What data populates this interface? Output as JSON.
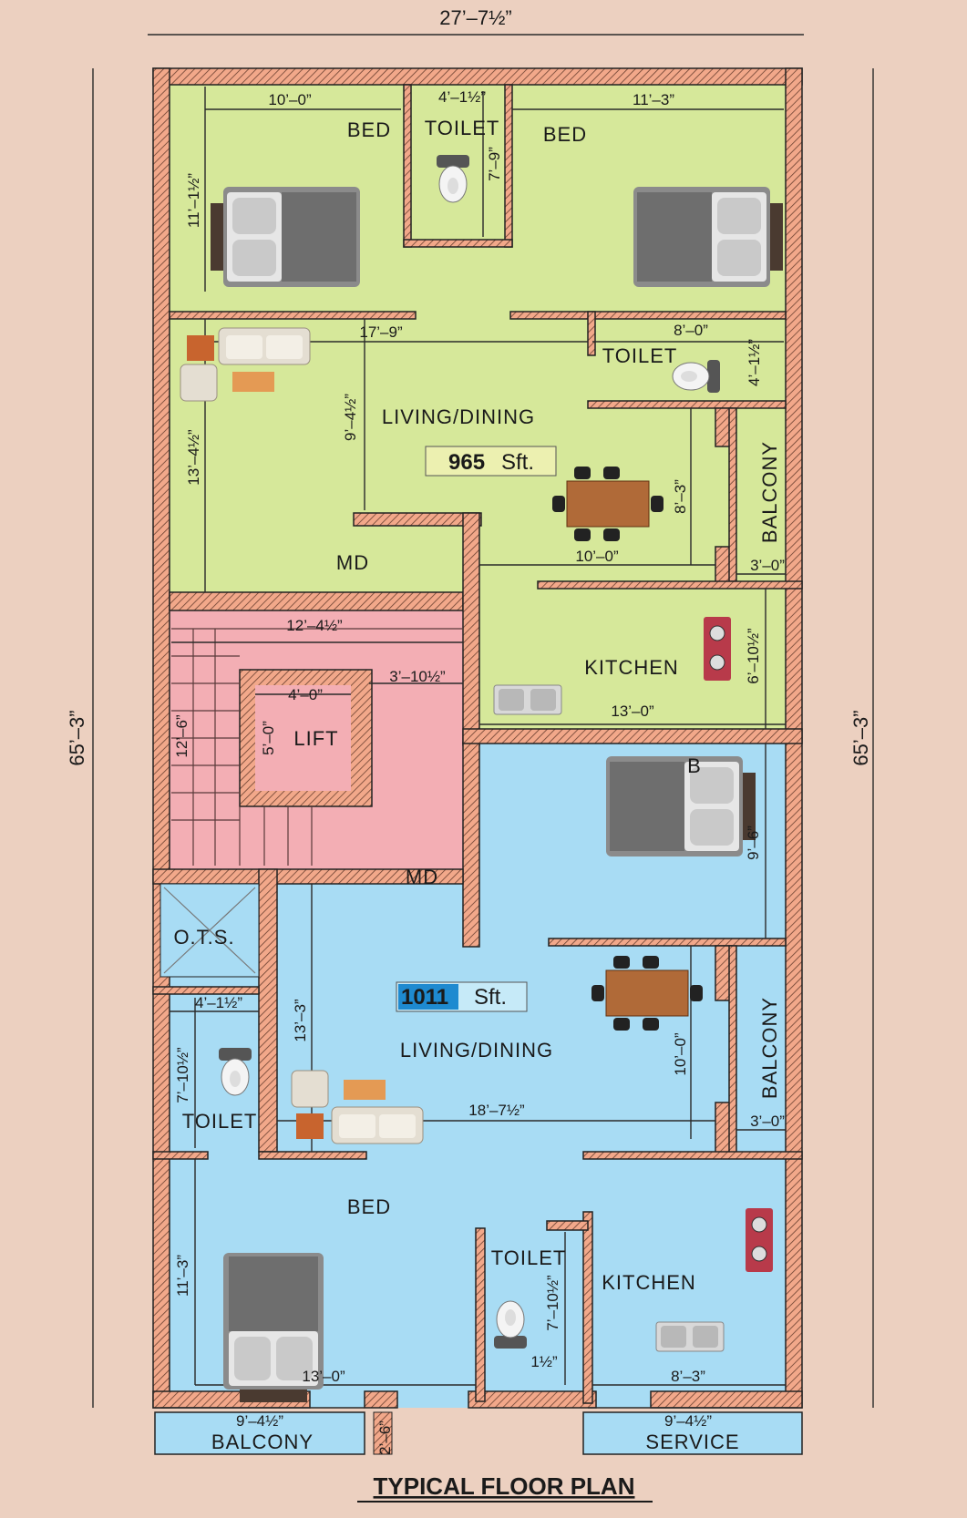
{
  "title": "TYPICAL FLOOR PLAN",
  "overall": {
    "width": "27’–7½”",
    "height_left": "65’–3”",
    "height_right": "65’–3”"
  },
  "upper_unit": {
    "area_value": "965",
    "area_unit": "Sft.",
    "rooms": {
      "bed_left": "BED",
      "toilet_top": "TOILET",
      "bed_right": "BED",
      "toilet_right": "TOILET",
      "living": "LIVING/DINING",
      "balcony": "BALCONY",
      "kitchen": "KITCHEN",
      "main_door": "MD"
    },
    "dims": {
      "bed_left_w": "10’–0”",
      "bed_left_h": "11’–1½”",
      "toilet_w": "4’–1½”",
      "toilet_h": "7’–9”",
      "bed_right_w": "11’–3”",
      "living_w": "17’–9”",
      "toilet_right_w": "8’–0”",
      "toilet_right_h": "4’–1½”",
      "living_h1": "9’–4½”",
      "living_h2": "13’–4½”",
      "dining_h": "8’–3”",
      "dining_w": "10’–0”",
      "balcony_w": "3’–0”",
      "kitchen_h": "6’–10½”",
      "kitchen_w": "13’–0”"
    }
  },
  "core": {
    "lift": "LIFT",
    "dims": {
      "stair_w": "12’–4½”",
      "lift_outer": "3’–10½”",
      "lift_w": "4’–0”",
      "lift_h": "5’–0”",
      "stair_h": "12’–6”"
    }
  },
  "lower_unit": {
    "area_value": "1011",
    "area_unit": "Sft.",
    "rooms": {
      "bed_top": "B",
      "ots": "O.T.S.",
      "living": "LIVING/DINING",
      "balcony": "BALCONY",
      "toilet_left": "TOILET",
      "bed_bottom": "BED",
      "toilet_bottom": "TOILET",
      "kitchen": "KITCHEN",
      "main_door": "MD",
      "balcony_bottom": "BALCONY",
      "service": "SERVICE"
    },
    "dims": {
      "bed_top_h": "9’–6”",
      "living_h": "13’–3”",
      "dining_h": "10’–0”",
      "living_w": "18’–7½”",
      "balcony_w": "3’–0”",
      "toilet_w": "4’–1½”",
      "toilet_h": "7’–10½”",
      "bed_h": "11’–3”",
      "bed_w": "13’–0”",
      "toilet2_h": "7’–10½”",
      "toilet2_w": "1½”",
      "kitchen_w": "8’–3”",
      "balc_bottom_w": "9’–4½”",
      "balc_gap": "2’–6”",
      "service_w": "9’–4½”"
    }
  },
  "colors": {
    "background": "#ecd0c0",
    "upper_fill": "#d6e89a",
    "core_fill": "#f3aeb4",
    "lower_fill": "#a8dcf4",
    "wall": "#f0a888"
  },
  "icons": [
    "bed-icon",
    "toilet-icon",
    "sofa-icon",
    "armchair-icon",
    "dining-table-icon",
    "stove-icon",
    "sink-icon",
    "lift-shaft-icon"
  ]
}
